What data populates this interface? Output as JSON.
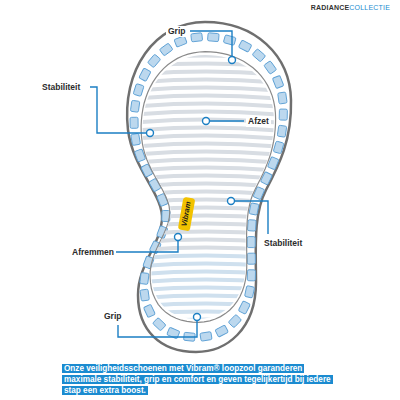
{
  "diagram": {
    "caption": "Onze veiligheidsschoenen met Vibram® loopzool garanderen maximale stabiliteit, grip en comfort en geven tegelijkertijd bij iedere stap een extra boost.",
    "labels": [
      "RADIANCE",
      "COLLECTIE",
      "Grip",
      "Stabiliteit",
      "Afzet",
      "Stabiliteit",
      "Afremmen",
      "Grip",
      "Vibram"
    ]
  }
}
